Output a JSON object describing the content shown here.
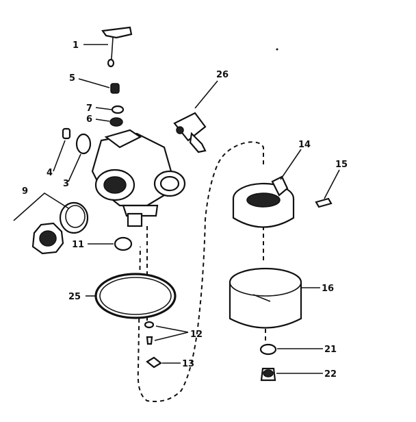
{
  "callouts": {
    "c1": "1",
    "c3": "3",
    "c4": "4",
    "c5": "5",
    "c6": "6",
    "c7": "7",
    "c9": "9",
    "c11": "11",
    "c12": "12",
    "c13": "13",
    "c14": "14",
    "c15": "15",
    "c16": "16",
    "c21": "21",
    "c22": "22",
    "c25": "25",
    "c26": "26"
  }
}
